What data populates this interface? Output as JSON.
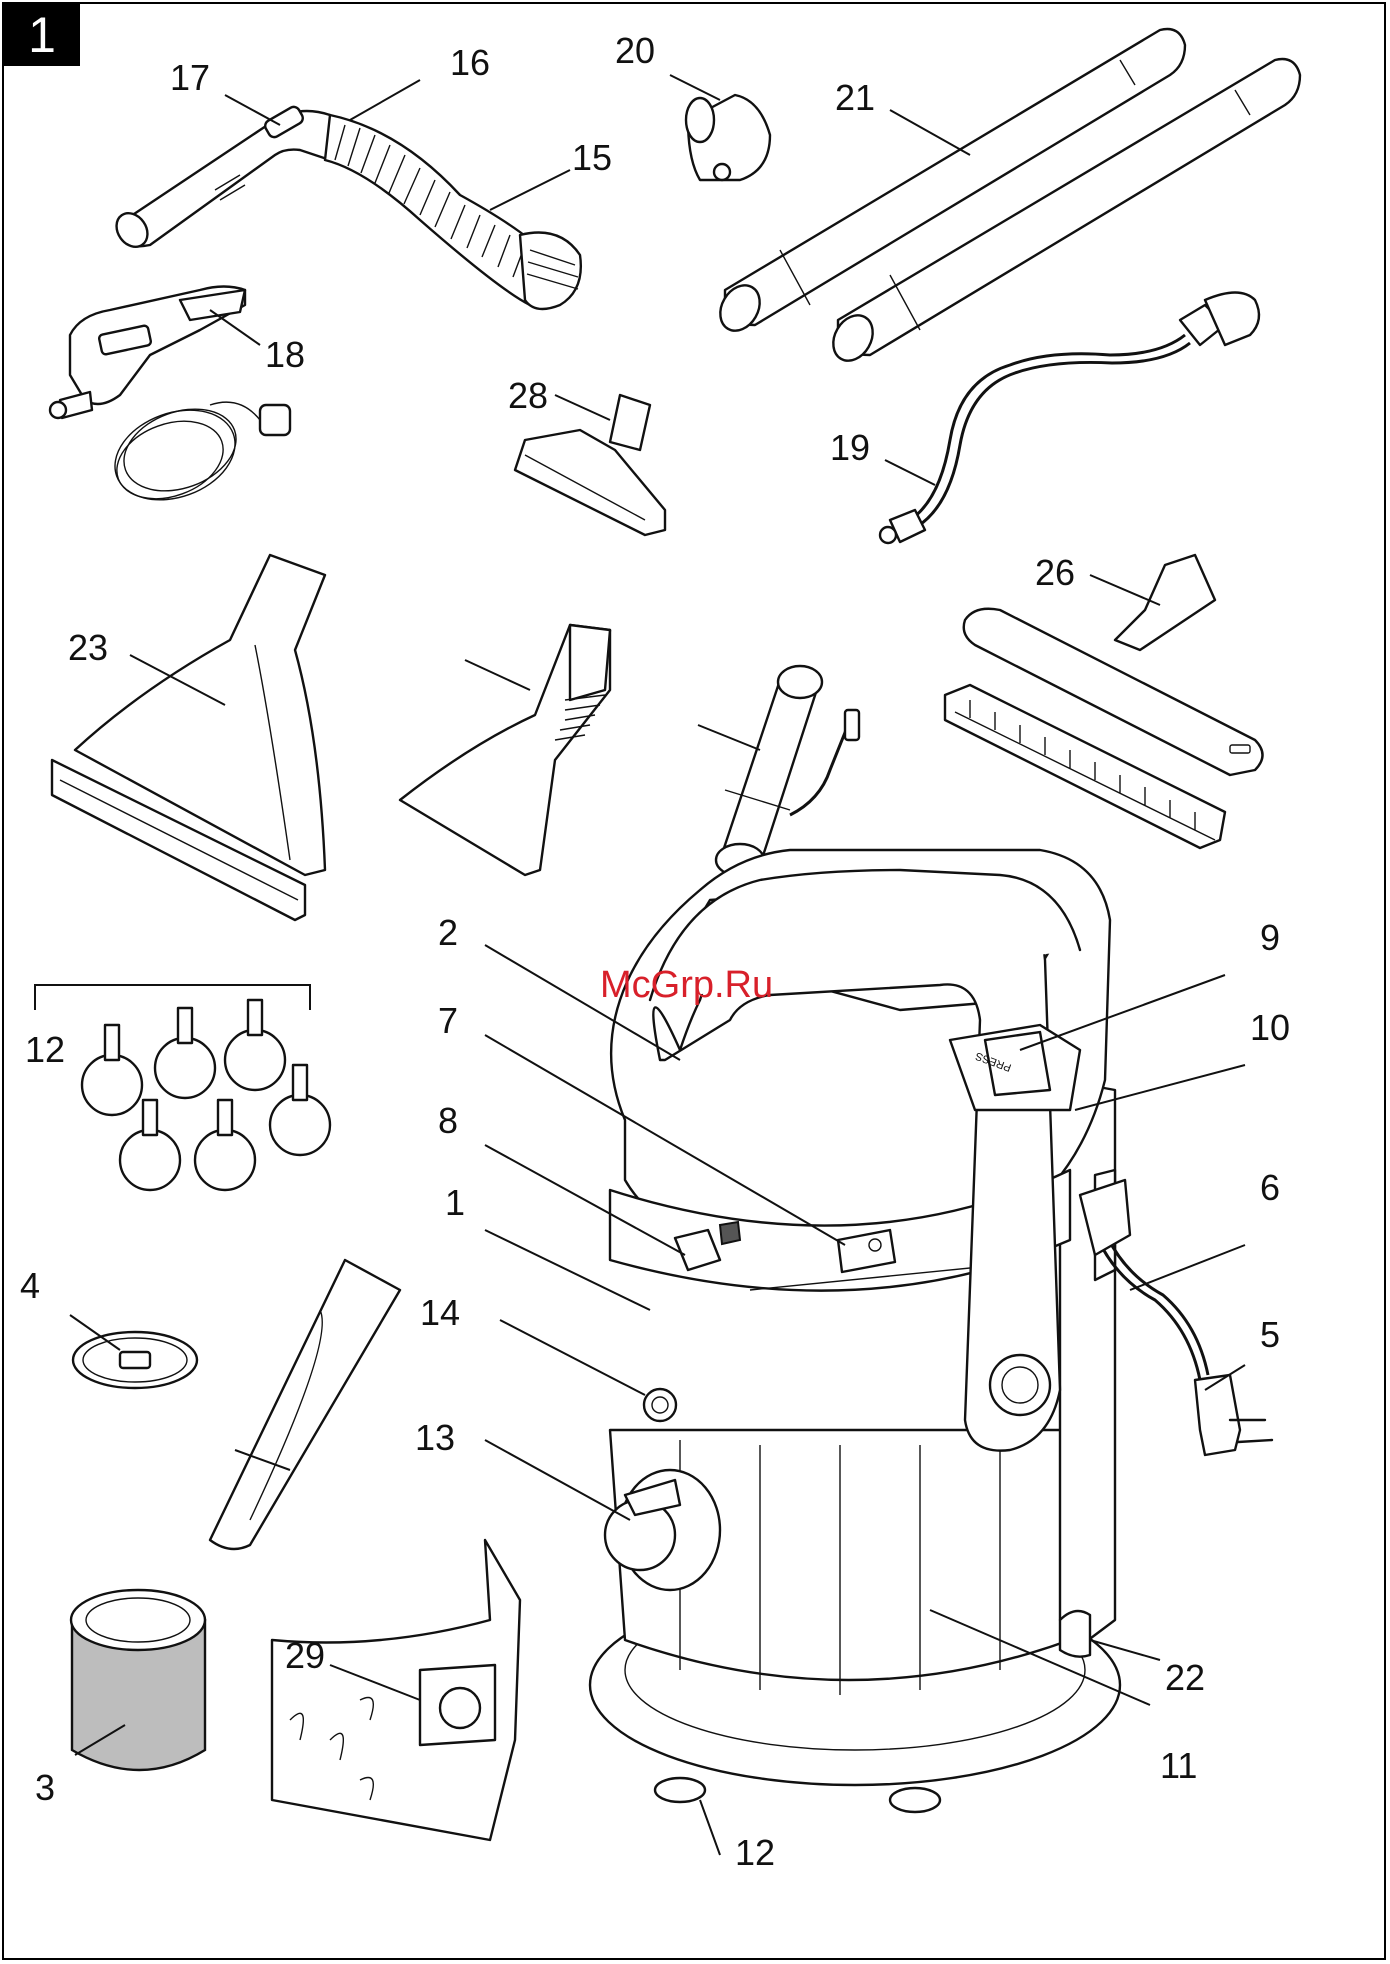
{
  "figure": {
    "number": "1"
  },
  "watermark": "McGrp.Ru",
  "callouts": {
    "c1": "1",
    "c2": "2",
    "c3": "3",
    "c4": "4",
    "c5": "5",
    "c6": "6",
    "c7": "7",
    "c8": "8",
    "c9": "9",
    "c10": "10",
    "c11": "11",
    "c12a": "12",
    "c12b": "12",
    "c13": "13",
    "c14": "14",
    "c15": "15",
    "c16": "16",
    "c17": "17",
    "c18": "18",
    "c19": "19",
    "c20": "20",
    "c21": "21",
    "c22": "22",
    "c23": "23",
    "c26": "26",
    "c28": "28",
    "c29": "29"
  },
  "device_labels": {
    "press": "PRESS"
  }
}
